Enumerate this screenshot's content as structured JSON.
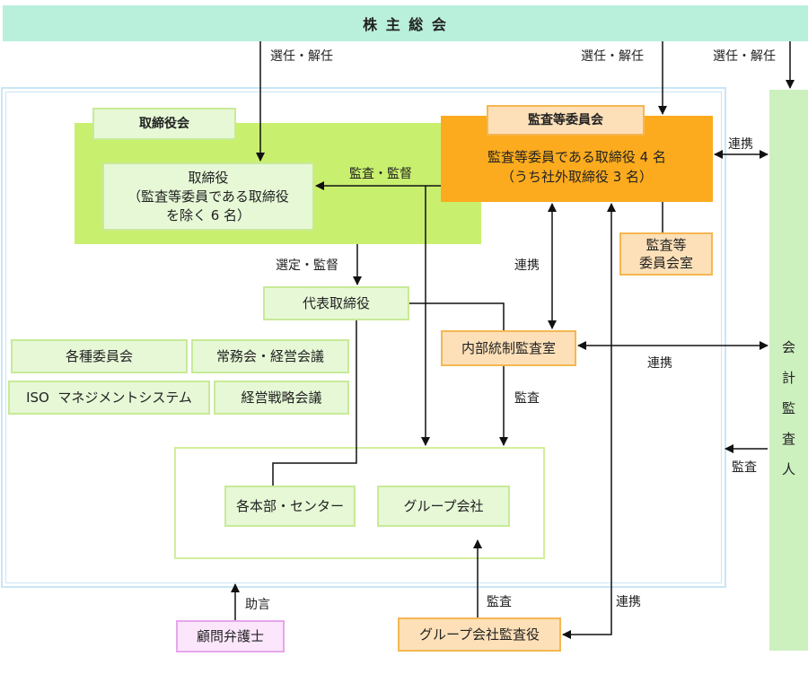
{
  "shareholders_meeting": "株 主 総 会",
  "appoint_dismiss_1": "選任・解任",
  "appoint_dismiss_2": "選任・解任",
  "appoint_dismiss_3": "選任・解任",
  "board": {
    "title": "取締役会",
    "directors": [
      "取締役",
      "（監査等委員である取締役",
      "を除く 6 名）"
    ]
  },
  "audit_committee": {
    "title": "監査等委員会",
    "body": [
      "監査等委員である取締役 4 名",
      "（うち社外取締役 3 名）"
    ],
    "office": [
      "監査等",
      "委員会室"
    ]
  },
  "audit_supervise": "監査・監督",
  "select_supervise": "選定・監督",
  "representative_director": "代表取締役",
  "committees": [
    "各種委員会",
    "常務会・経営会議",
    "ISO  マネジメントシステム",
    "経営戦略会議"
  ],
  "internal_audit": "内部統制監査室",
  "coordination": {
    "ac_auditor": "連携",
    "ac_internal": "連携",
    "internal_auditor": "連携",
    "group_ac": "連携"
  },
  "audit_labels": {
    "internal_to_units": "監査",
    "auditor_to_company": "監査",
    "group_auditor": "監査"
  },
  "units": [
    "各本部・センター",
    "グループ会社"
  ],
  "group_auditor": "グループ会社監査役",
  "legal_advisor": "顧問弁護士",
  "advice": "助言",
  "accounting_auditor": [
    "会",
    "計",
    "監",
    "査",
    "人"
  ],
  "colors": {
    "mint": "#b9f0dc",
    "board_green": "#c9ef6e",
    "light_green": "#e6f8d6",
    "orange": "#fcab1e",
    "light_orange": "#fde0b8",
    "pink": "#fbe6fb",
    "column_green": "#cdf0bf",
    "frame_blue": "#c9e6f6"
  }
}
